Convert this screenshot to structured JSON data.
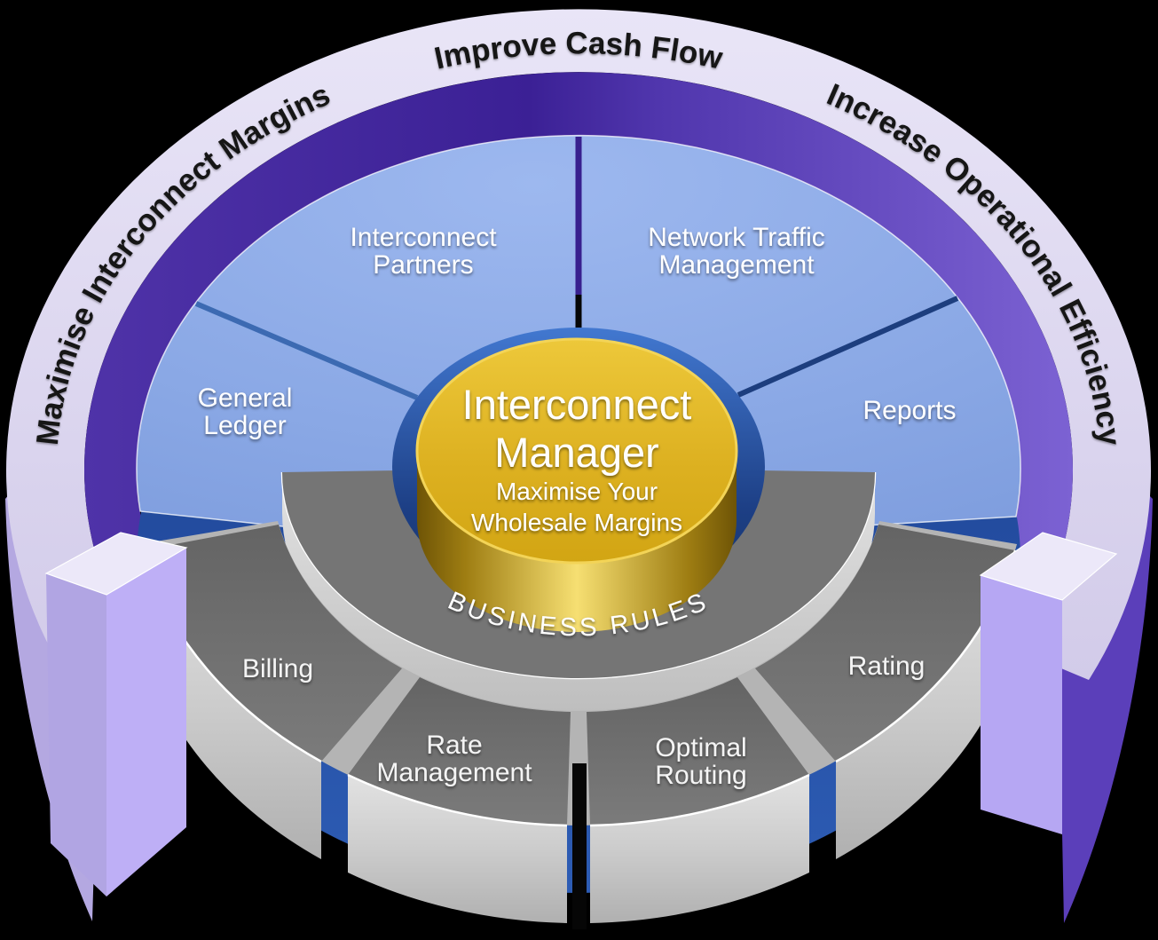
{
  "background_color": "#000000",
  "diagram": {
    "outer_ring": {
      "top_label": "Improve Cash Flow",
      "left_label": "Maximise Interconnect Margins",
      "right_label": "Increase Operational Efficiency",
      "lavender_color": "#DEDAF0",
      "purple_left_color": "#4B2DA5",
      "purple_right_color": "#7B61D0"
    },
    "center_hub": {
      "title_line1": "Interconnect",
      "title_line2": "Manager",
      "subtitle_line1": "Maximise Your",
      "subtitle_line2": "Wholesale Margins",
      "gold_color": "#DCAF1E"
    },
    "blue_segments": {
      "fill_color": "#8BA9E4",
      "depth_color": "#234C9C",
      "interconnect_partners": {
        "line1": "Interconnect",
        "line2": "Partners"
      },
      "network_traffic_management": {
        "line1": "Network Traffic",
        "line2": "Management"
      },
      "general_ledger": {
        "line1": "General",
        "line2": "Ledger"
      },
      "reports": {
        "line1": "Reports"
      }
    },
    "business_rules": {
      "label": "BUSINESS RULES",
      "band_color": "#757575"
    },
    "gray_segments": {
      "fill_color": "#6F6F6F",
      "billing": {
        "line1": "Billing"
      },
      "rate_management": {
        "line1": "Rate",
        "line2": "Management"
      },
      "optimal_routing": {
        "line1": "Optimal",
        "line2": "Routing"
      },
      "rating": {
        "line1": "Rating"
      }
    }
  }
}
